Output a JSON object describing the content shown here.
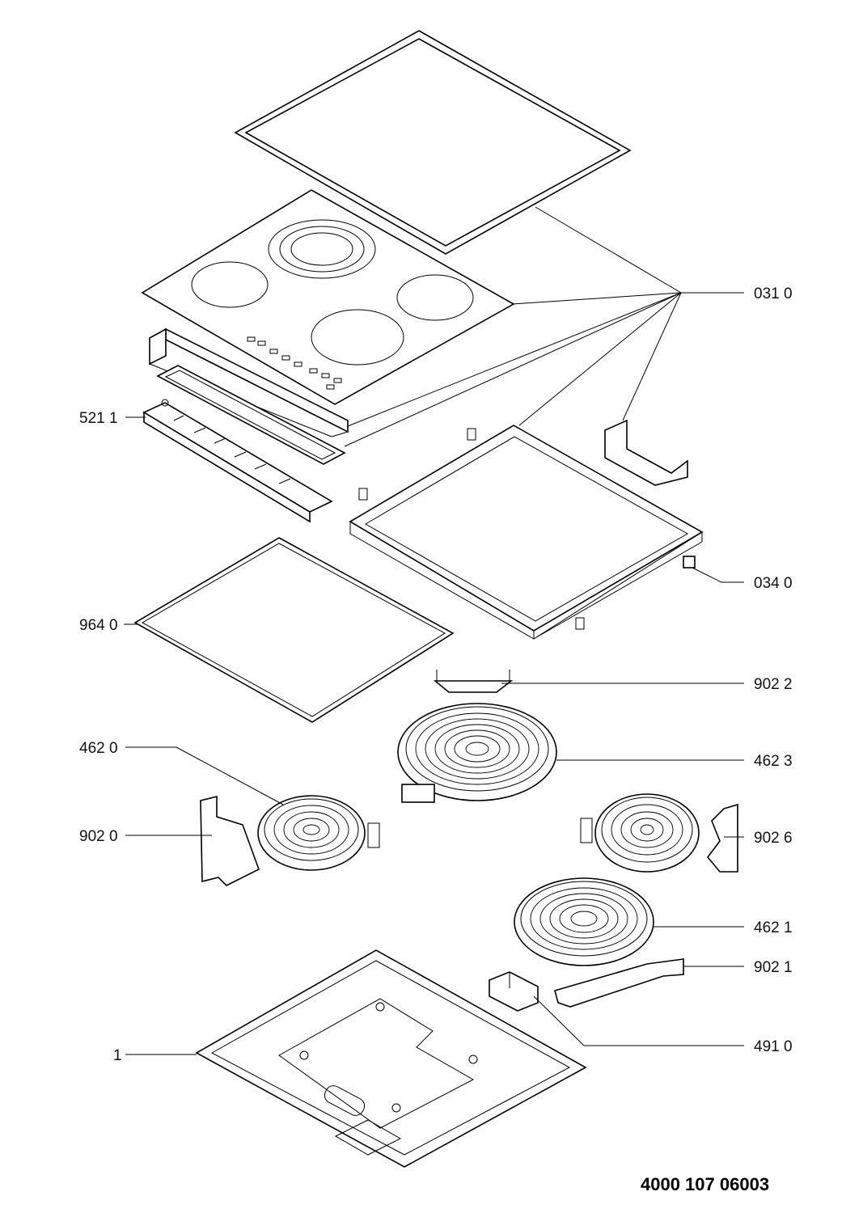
{
  "callouts": {
    "c0310": "031 0",
    "c0340": "034 0",
    "c5211": "521 1",
    "c9640": "964 0",
    "c9022": "902 2",
    "c4620": "462 0",
    "c4623": "462 3",
    "c9020": "902 0",
    "c9026": "902 6",
    "c4621": "462 1",
    "c9021": "902 1",
    "c4910": "491 0",
    "c1": "1"
  },
  "document_number": "4000 107 06003"
}
